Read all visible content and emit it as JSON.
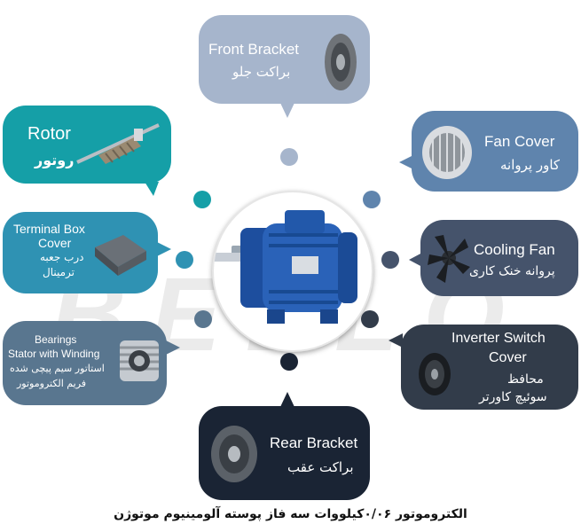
{
  "watermark": "BELLO",
  "components": {
    "front_bracket": {
      "title": "Front Bracket",
      "fa": "براکت جلو",
      "color": "#a6b5cc",
      "icon": "front-bracket-icon"
    },
    "fan_cover": {
      "title": "Fan Cover",
      "fa": "کاور پروانه",
      "color": "#5f84ad",
      "icon": "fan-cover-icon"
    },
    "cooling_fan": {
      "title": "Cooling Fan",
      "fa": "پروانه خنک کاری",
      "color": "#45536b",
      "icon": "cooling-fan-icon"
    },
    "inverter_cover": {
      "title": "Inverter Switch Cover",
      "title_line1": "Inverter Switch",
      "title_line2": "Cover",
      "fa_line1": "محافظ",
      "fa_line2": "سوئیچ کاورتر",
      "color": "#323c4a",
      "icon": "inverter-cover-icon"
    },
    "rear_bracket": {
      "title": "Rear Bracket",
      "fa": "براکت عقب",
      "color": "#1a2434",
      "icon": "rear-bracket-icon"
    },
    "bearings": {
      "title_line1": "Bearings",
      "title_line2": "Stator with Winding",
      "fa_line1": "استاتور سیم پیچی شده",
      "fa_line2": "فریم الکتروموتور",
      "color": "#59768f",
      "icon": "stator-icon"
    },
    "terminal_box": {
      "title_line1": "Terminal Box",
      "title_line2": "Cover",
      "fa_line1": "درب جعبه",
      "fa_line2": "ترمینال",
      "color": "#2f92b3",
      "icon": "terminal-box-icon"
    },
    "rotor": {
      "title": "Rotor",
      "fa": "روتور",
      "color": "#159fa7",
      "icon": "rotor-icon"
    }
  },
  "center": {
    "icon": "electric-motor-icon"
  },
  "caption": "الکتروموتور ۰/۰۶کیلووات سه فاز پوسته آلومینیوم موتوژن"
}
